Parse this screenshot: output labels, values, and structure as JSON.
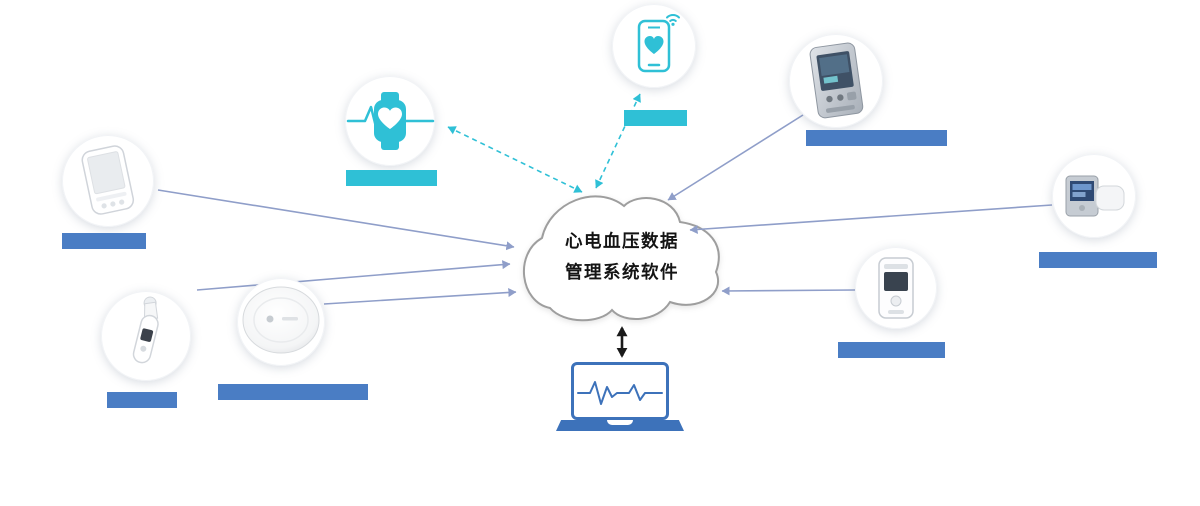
{
  "cloud": {
    "title_line1": "心电血压数据",
    "title_line2": "管理系统软件"
  },
  "colors": {
    "accent_cyan": "#2fc0d6",
    "accent_blue": "#4a7dc4",
    "arrow": "#8f9ec9",
    "arrow_black": "#1a1a1a",
    "cloud_stroke": "#9e9e9e",
    "laptop_blue": "#3d72ba"
  },
  "nodes": [
    {
      "id": "handheld-monitor",
      "icon": "handheld-ecg-device-icon",
      "label_style": "blue-bar"
    },
    {
      "id": "ear-thermometer",
      "icon": "ear-thermometer-icon",
      "label_style": "blue-bar"
    },
    {
      "id": "wireless-patch",
      "icon": "round-patch-recorder-icon",
      "label_style": "blue-bar"
    },
    {
      "id": "smartwatch",
      "icon": "smartwatch-heartbeat-icon",
      "label_style": "cyan-bar"
    },
    {
      "id": "smartphone",
      "icon": "smartphone-health-app-icon",
      "label_style": "cyan-bar"
    },
    {
      "id": "bp-monitor",
      "icon": "ambulatory-bp-monitor-icon",
      "label_style": "blue-bar"
    },
    {
      "id": "bp-module-cuff",
      "icon": "bp-device-with-cuff-icon",
      "label_style": "blue-bar"
    },
    {
      "id": "ecg-recorder",
      "icon": "ecg-holter-recorder-icon",
      "label_style": "blue-bar"
    }
  ],
  "center_terminal": {
    "icon": "laptop-ecg-icon"
  },
  "connections": {
    "solid_to_cloud": [
      "handheld-monitor",
      "ear-thermometer",
      "wireless-patch",
      "bp-monitor",
      "bp-module-cuff",
      "ecg-recorder"
    ],
    "dashed_bidirectional": [
      "smartwatch",
      "smartphone"
    ],
    "black_bidirectional": [
      "laptop"
    ]
  }
}
